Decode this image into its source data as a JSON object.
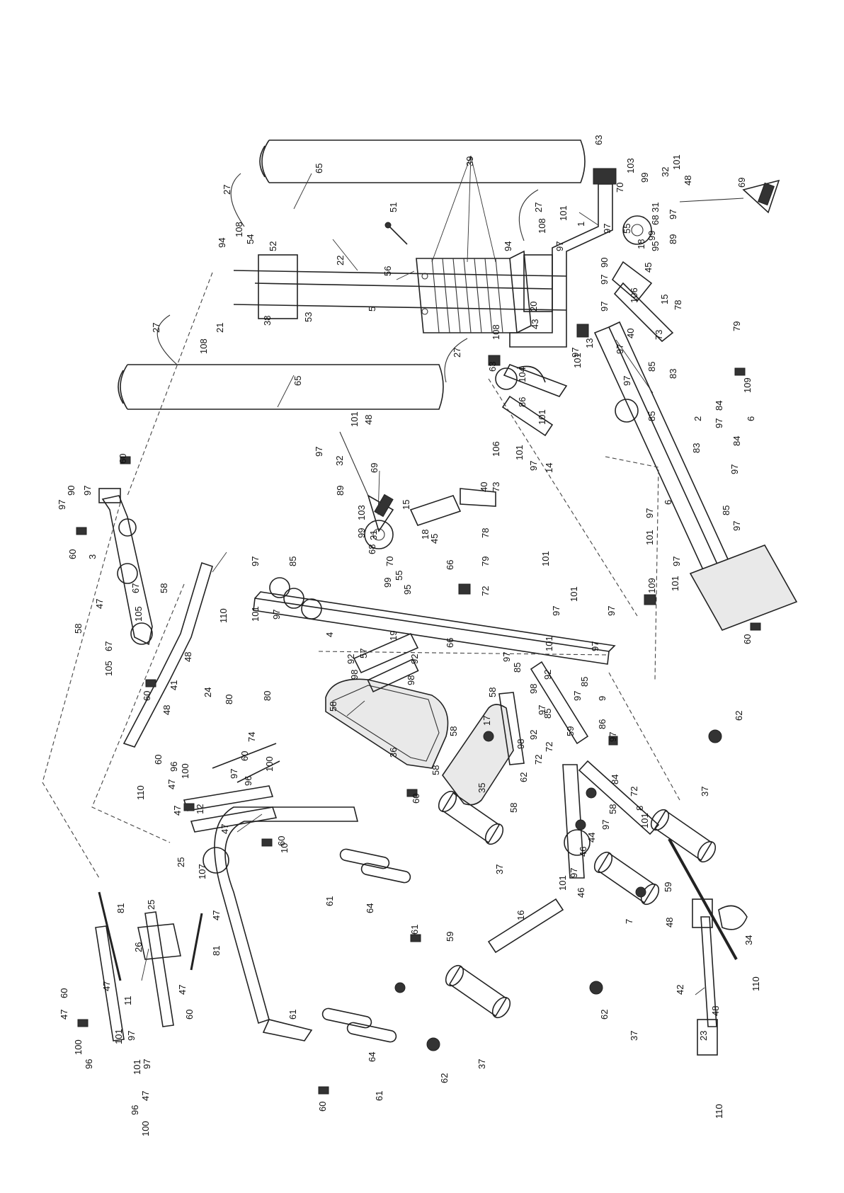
{
  "diagram": {
    "type": "exploded-parts-diagram",
    "orientation": "rotated 90 degrees counter-clockwise",
    "callouts": [
      "1",
      "2",
      "3",
      "4",
      "5",
      "6",
      "7",
      "8",
      "9",
      "10",
      "11",
      "12",
      "13",
      "14",
      "15",
      "16",
      "17",
      "18",
      "19",
      "20",
      "21",
      "22",
      "23",
      "24",
      "25",
      "26",
      "27",
      "31",
      "32",
      "34",
      "35",
      "36",
      "37",
      "38",
      "39",
      "40",
      "41",
      "42",
      "43",
      "44",
      "45",
      "46",
      "47",
      "48",
      "51",
      "52",
      "53",
      "54",
      "55",
      "56",
      "57",
      "58",
      "59",
      "60",
      "61",
      "62",
      "63",
      "64",
      "65",
      "66",
      "67",
      "68",
      "69",
      "70",
      "72",
      "73",
      "74",
      "78",
      "79",
      "80",
      "81",
      "83",
      "84",
      "85",
      "86",
      "89",
      "90",
      "92",
      "94",
      "95",
      "96",
      "97",
      "98",
      "99",
      "100",
      "101",
      "103",
      "104",
      "105",
      "106",
      "107",
      "108",
      "109",
      "110"
    ]
  }
}
